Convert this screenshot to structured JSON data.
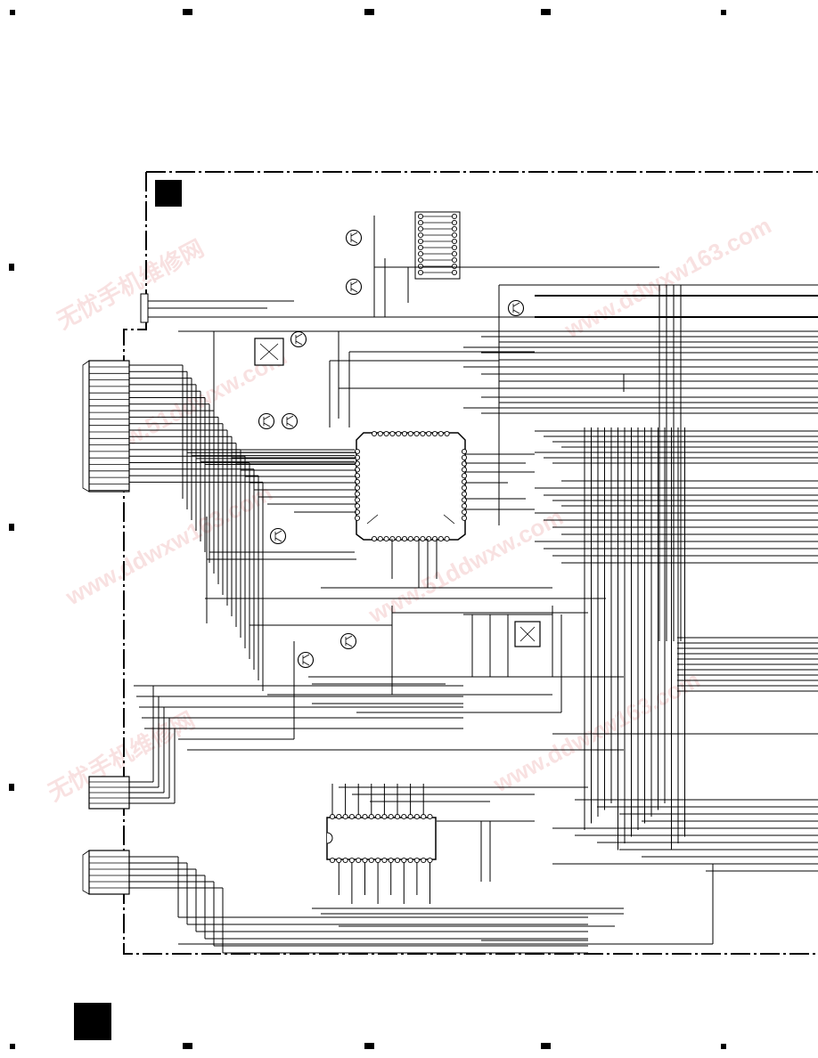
{
  "page": {
    "ink_color": "#000000",
    "background_color": "#ffffff",
    "watermark_color": "#f4c9c9"
  },
  "watermark": {
    "lines": [
      "无忧手机维修网",
      "www.51ddwxw.com",
      "www.ddwxw163.com"
    ]
  }
}
